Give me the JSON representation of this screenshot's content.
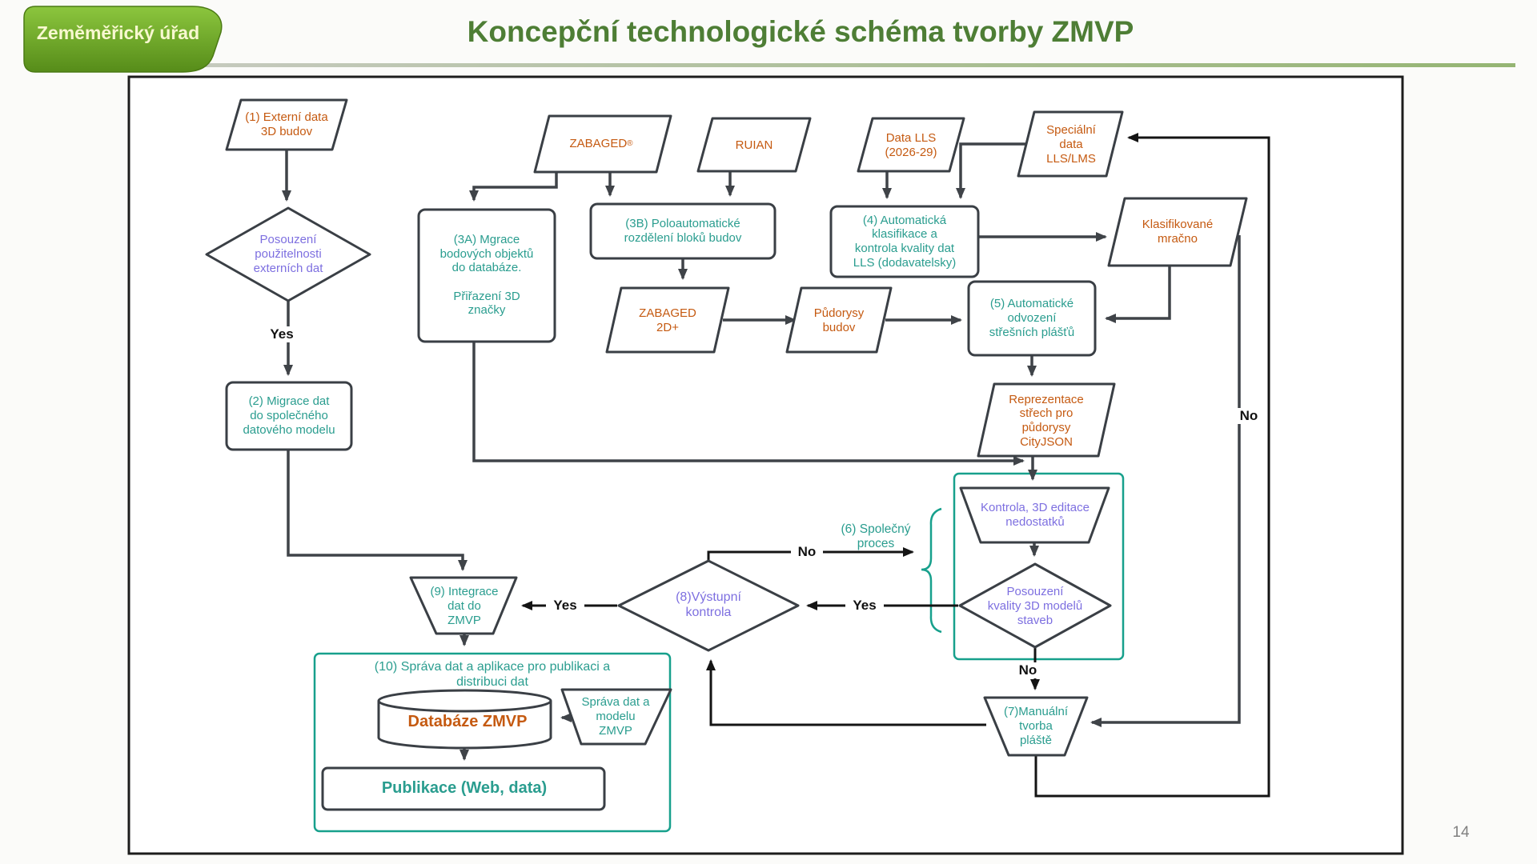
{
  "header": {
    "logo_text": "Zeměměřický úřad",
    "title": "Koncepční technologické schéma tvorby ZMVP"
  },
  "page_number": "14",
  "colors": {
    "orange_text": "#C55A11",
    "teal_text": "#2A9D8F",
    "purple_text": "#7D6FE0",
    "title_green": "#4E7E35",
    "logo_green": "#6CAE2B",
    "group_border": "#17A08C",
    "shape_border": "#3A3F45",
    "arrow": "#3F4348"
  },
  "diagram": {
    "nodes": {
      "n1": {
        "shape": "parallelogram",
        "color": "orange",
        "label": "(1) Externí data\n3D budov"
      },
      "d1": {
        "shape": "diamond",
        "color": "purple",
        "label": "Posouzení\npoužitelnosti\nexterních dat"
      },
      "n2": {
        "shape": "rect",
        "color": "teal",
        "label": "(2) Migrace dat\ndo společného\ndatového modelu"
      },
      "zabaged": {
        "shape": "parallelogram",
        "color": "orange",
        "label": "ZABAGED",
        "sup": "®"
      },
      "ruian": {
        "shape": "parallelogram",
        "color": "orange",
        "label": "RUIAN"
      },
      "datalls": {
        "shape": "parallelogram",
        "color": "orange",
        "label": "Data LLS\n(2026-29)"
      },
      "spec": {
        "shape": "parallelogram",
        "color": "orange",
        "label": "Speciální\ndata\nLLS/LMS"
      },
      "n3a": {
        "shape": "rect",
        "color": "teal",
        "label": "(3A) Mgrace\nbodových objektů\ndo databáze.\n\nPřiřazení 3D\nznačky"
      },
      "n3b": {
        "shape": "rect",
        "color": "teal",
        "label": "(3B) Poloautomatické\nrozdělení bloků budov"
      },
      "n4": {
        "shape": "rect",
        "color": "teal",
        "label": "(4) Automatická\nklasifikace a\nkontrola kvality dat\nLLS (dodavatelsky)"
      },
      "klas": {
        "shape": "parallelogram",
        "color": "orange",
        "label": "Klasifikované\nmračno"
      },
      "z2d": {
        "shape": "parallelogram",
        "color": "orange",
        "label": "ZABAGED\n2D+"
      },
      "pudorysy": {
        "shape": "parallelogram",
        "color": "orange",
        "label": "Půdorysy\nbudov"
      },
      "n5": {
        "shape": "rect",
        "color": "teal",
        "label": "(5) Automatické\nodvození\nstřešních plášťů"
      },
      "repr": {
        "shape": "parallelogram",
        "color": "orange",
        "label": "Reprezentace\nstřech pro\npůdorysy\nCityJSON"
      },
      "kontrola": {
        "shape": "trapezoid",
        "color": "purple",
        "label": "Kontrola, 3D editace\nnedostatků"
      },
      "d2": {
        "shape": "diamond",
        "color": "purple",
        "label": "Posouzení\nkvality 3D modelů\nstaveb"
      },
      "d8": {
        "shape": "diamond",
        "color": "purple",
        "label": "(8)Výstupní\nkontrola"
      },
      "n9": {
        "shape": "trapezoid",
        "color": "teal",
        "label": "(9) Integrace\ndat do\nZMVP"
      },
      "db": {
        "shape": "cylinder",
        "color": "orange",
        "label": "Databáze  ZMVP"
      },
      "sprava": {
        "shape": "trapezoid",
        "color": "teal",
        "label": "Správa dat a\nmodelu\nZMVP"
      },
      "pub": {
        "shape": "rect",
        "color": "teal",
        "label": "Publikace (Web, data)"
      },
      "n7": {
        "shape": "trapezoid",
        "color": "teal",
        "label": "(7)Manuální\ntvorba\npláště"
      }
    },
    "groups": {
      "g6": {
        "label": "(6) Společný\nproces"
      },
      "g10": {
        "label": "(10) Správa dat a aplikace pro  publikaci a\ndistribuci dat"
      }
    },
    "edge_labels": {
      "yes_external": "Yes",
      "yes_quality": "Yes",
      "yes_output": "Yes",
      "no_output": "No",
      "no_quality": "No",
      "no_right": "No"
    }
  }
}
